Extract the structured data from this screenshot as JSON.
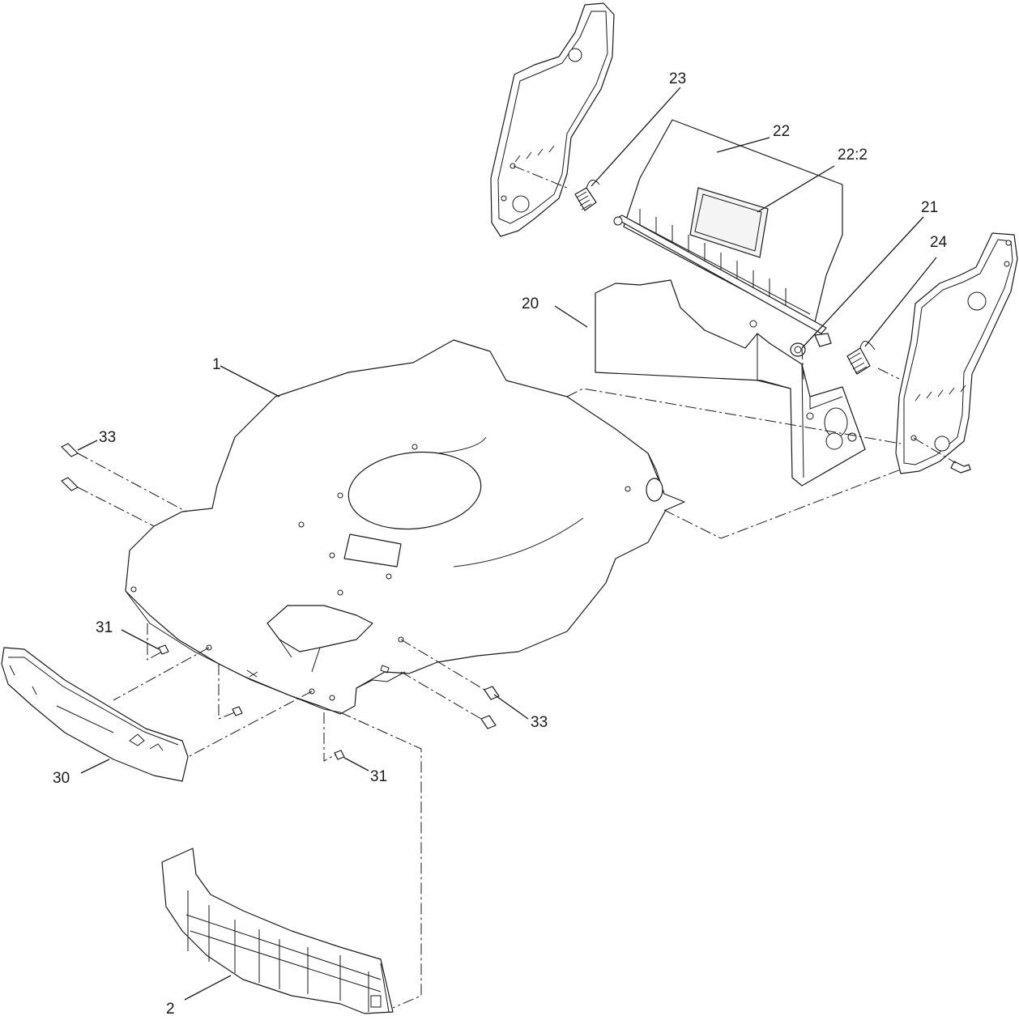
{
  "callouts": [
    {
      "id": "c1",
      "label": "1"
    },
    {
      "id": "c2",
      "label": "2"
    },
    {
      "id": "c20",
      "label": "20"
    },
    {
      "id": "c21",
      "label": "21"
    },
    {
      "id": "c22",
      "label": "22"
    },
    {
      "id": "c22_2",
      "label": "22:2"
    },
    {
      "id": "c23",
      "label": "23"
    },
    {
      "id": "c24",
      "label": "24"
    },
    {
      "id": "c30",
      "label": "30"
    },
    {
      "id": "c31a",
      "label": "31"
    },
    {
      "id": "c31b",
      "label": "31"
    },
    {
      "id": "c33a",
      "label": "33"
    },
    {
      "id": "c33b",
      "label": "33"
    }
  ],
  "colors": {
    "ink": "#1a1a1a",
    "background": "#ffffff"
  }
}
